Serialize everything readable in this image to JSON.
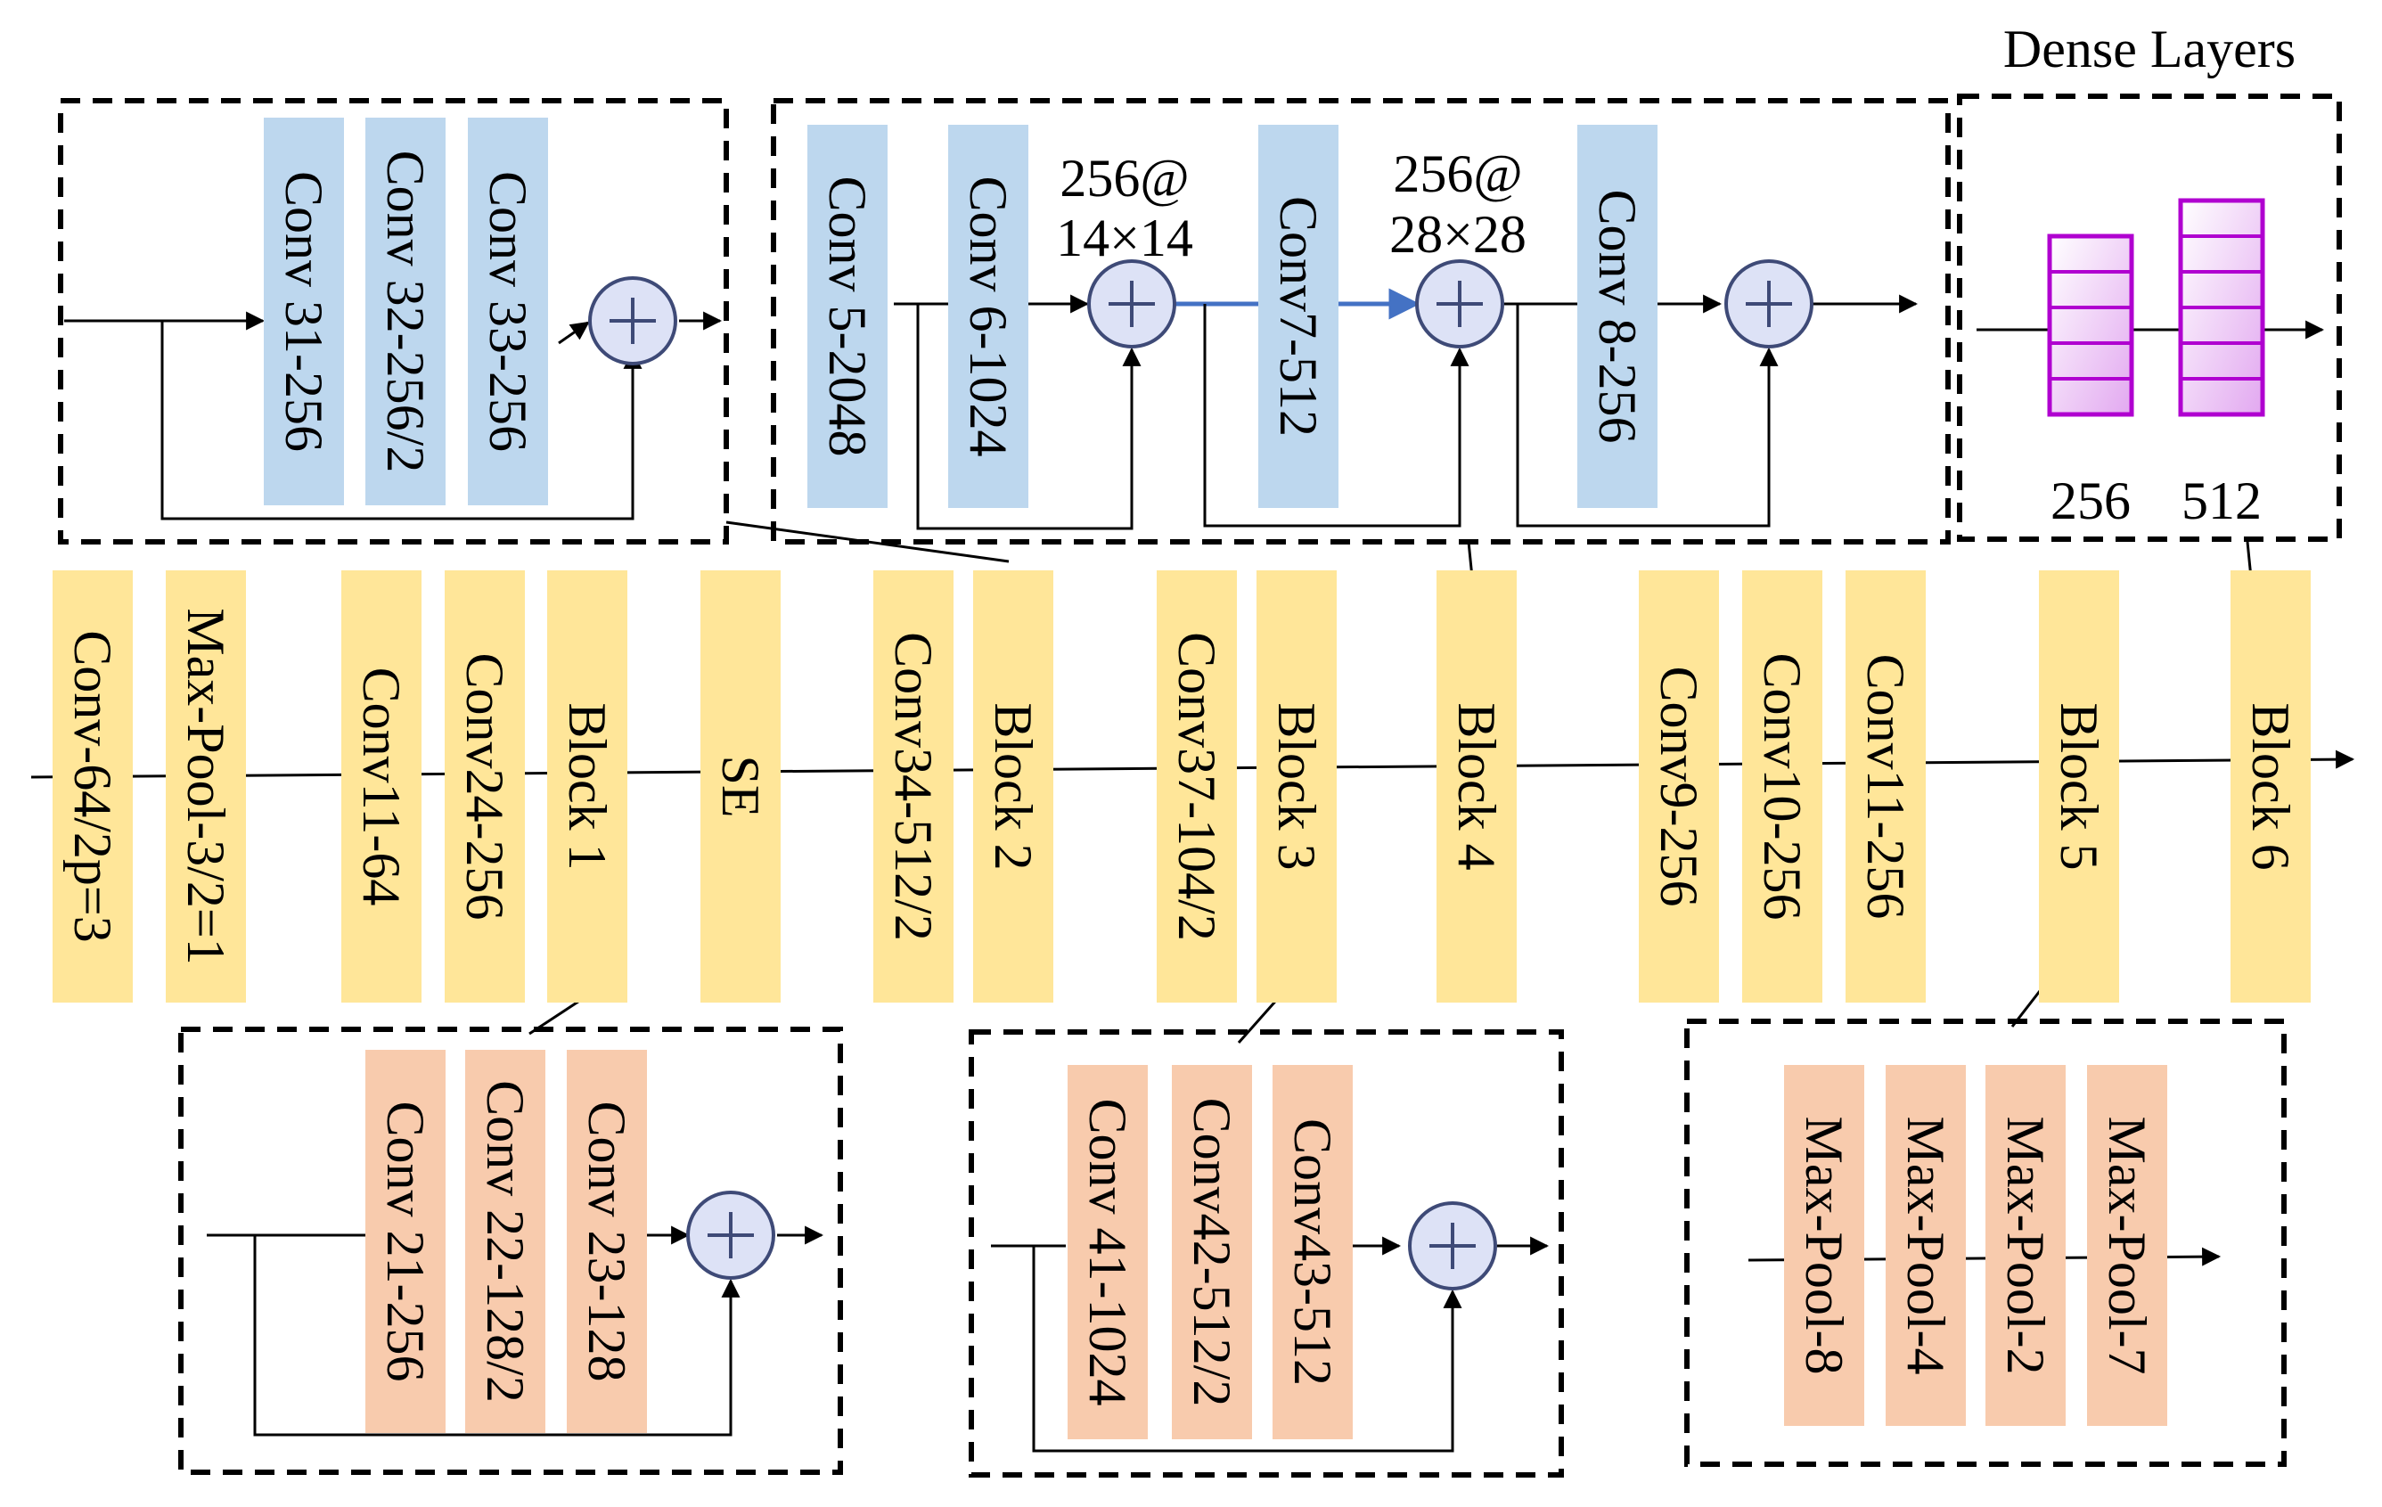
{
  "colors": {
    "main": "#FFE699",
    "top": "#BDD7EE",
    "bottom": "#F8CBAD",
    "dense_stroke": "#B000D0",
    "dense_fill": "#E9C2F2",
    "circle_fill": "#DDE2F6",
    "circle_stroke": "#3E4A77",
    "blue_line": "#4472C4"
  },
  "main_pipeline": [
    "Conv-64/2p=3",
    "Max-Pool-3/2=1",
    "Conv11-64",
    "Conv24-256",
    "Block 1",
    "SE",
    "Conv34-512/2",
    "Block 2",
    "Conv37-104/2",
    "Block 3",
    "Block 4",
    "Conv9-256",
    "Conv10-256",
    "Conv11-256",
    "Block 5",
    "Block 6"
  ],
  "top_left_box": {
    "layers": [
      "Conv 31-256",
      "Conv 32-256/2",
      "Conv 33-256"
    ]
  },
  "top_middle_box": {
    "layers": [
      "Conv 5-2048",
      "Conv 6-1024",
      "Conv7-512",
      "Conv 8-256"
    ],
    "annotations": [
      {
        "line1": "256@",
        "line2": "14×14"
      },
      {
        "line1": "256@",
        "line2": "28×28"
      }
    ]
  },
  "dense_box": {
    "title": "Dense Layers",
    "layers": [
      {
        "units": "256",
        "cells": 5
      },
      {
        "units": "512",
        "cells": 6
      }
    ]
  },
  "bottom_left_box": {
    "layers": [
      "Conv 21-256",
      "Conv 22-128/2",
      "Conv 23-128"
    ]
  },
  "bottom_middle_box": {
    "layers": [
      "Conv 41-1024",
      "Conv42-512/2",
      "Conv43-512"
    ]
  },
  "bottom_right_box": {
    "layers": [
      "Max-Pool-8",
      "Max-Pool-4",
      "Max-Pool-2",
      "Max-Pool-7"
    ]
  }
}
